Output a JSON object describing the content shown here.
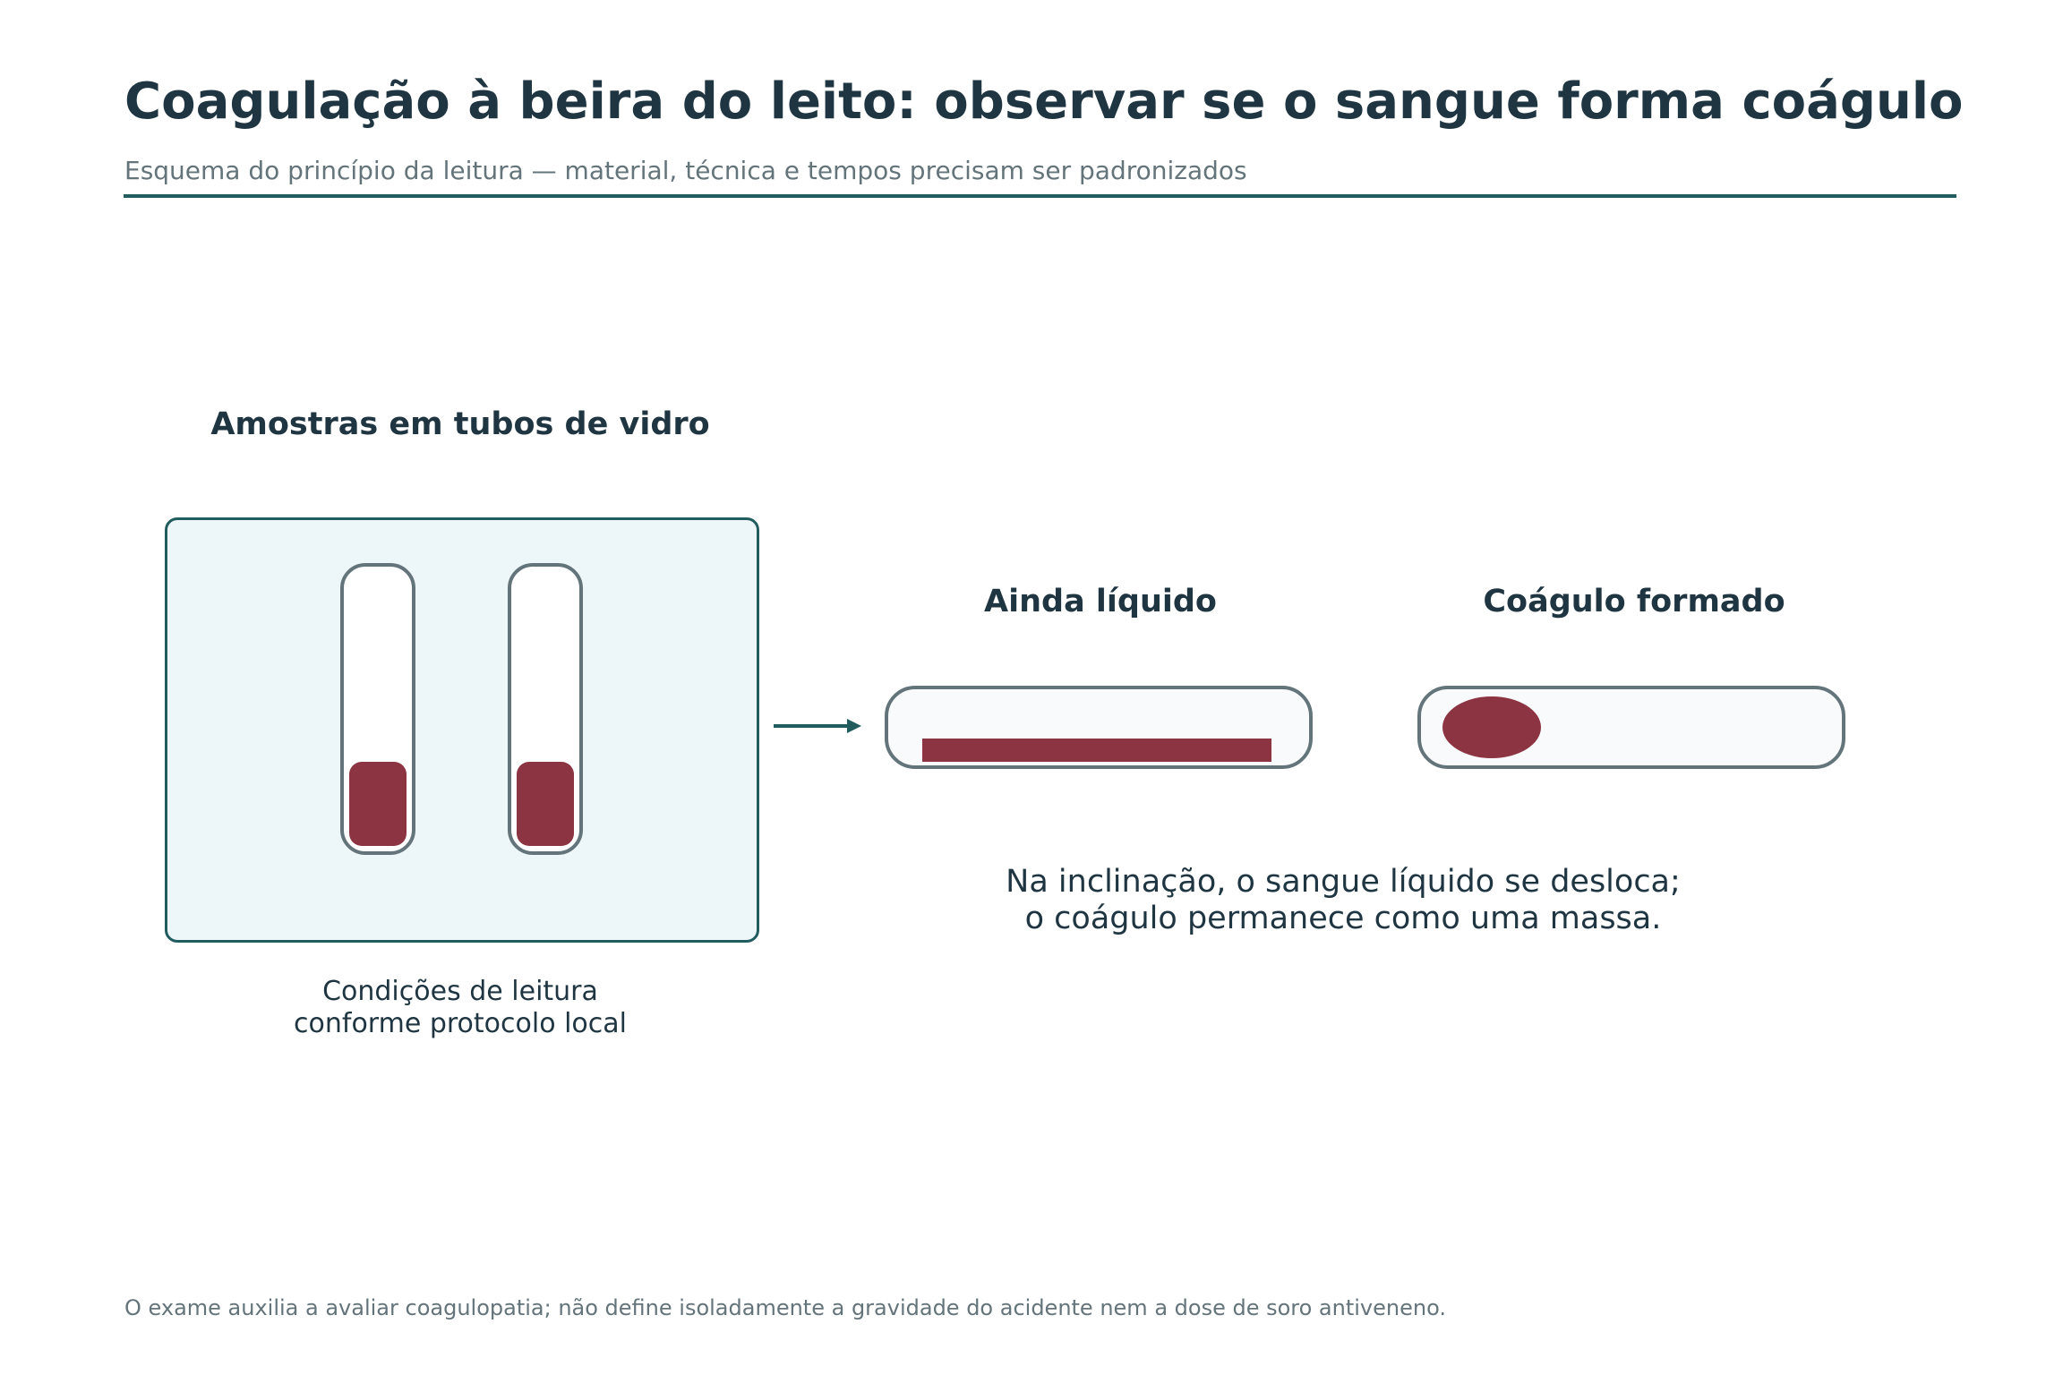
{
  "title": "Coagulação à beira do leito: observar se o sangue forma coágulo",
  "subtitle": "Esquema do princípio da leitura — material, técnica e tempos precisam ser padronizados",
  "samples": {
    "heading": "Amostras em tubos de vidro",
    "caption_line1": "Condições de leitura",
    "caption_line2": "conforme protocolo local"
  },
  "results": {
    "liquid_label": "Ainda líquido",
    "clot_label": "Coágulo formado"
  },
  "note": {
    "line1": "Na inclinação, o sangue líquido se desloca;",
    "line2": "o coágulo permanece como uma massa."
  },
  "footnote": "O exame auxilia a avaliar coagulopatia; não define isoladamente a gravidade do acidente nem a dose de soro antiveneno.",
  "colors": {
    "heading": "#1f3642",
    "muted": "#64747b",
    "accent": "#215c5e",
    "blood": "#8c3441",
    "tray_fill": "#edf6f8"
  }
}
